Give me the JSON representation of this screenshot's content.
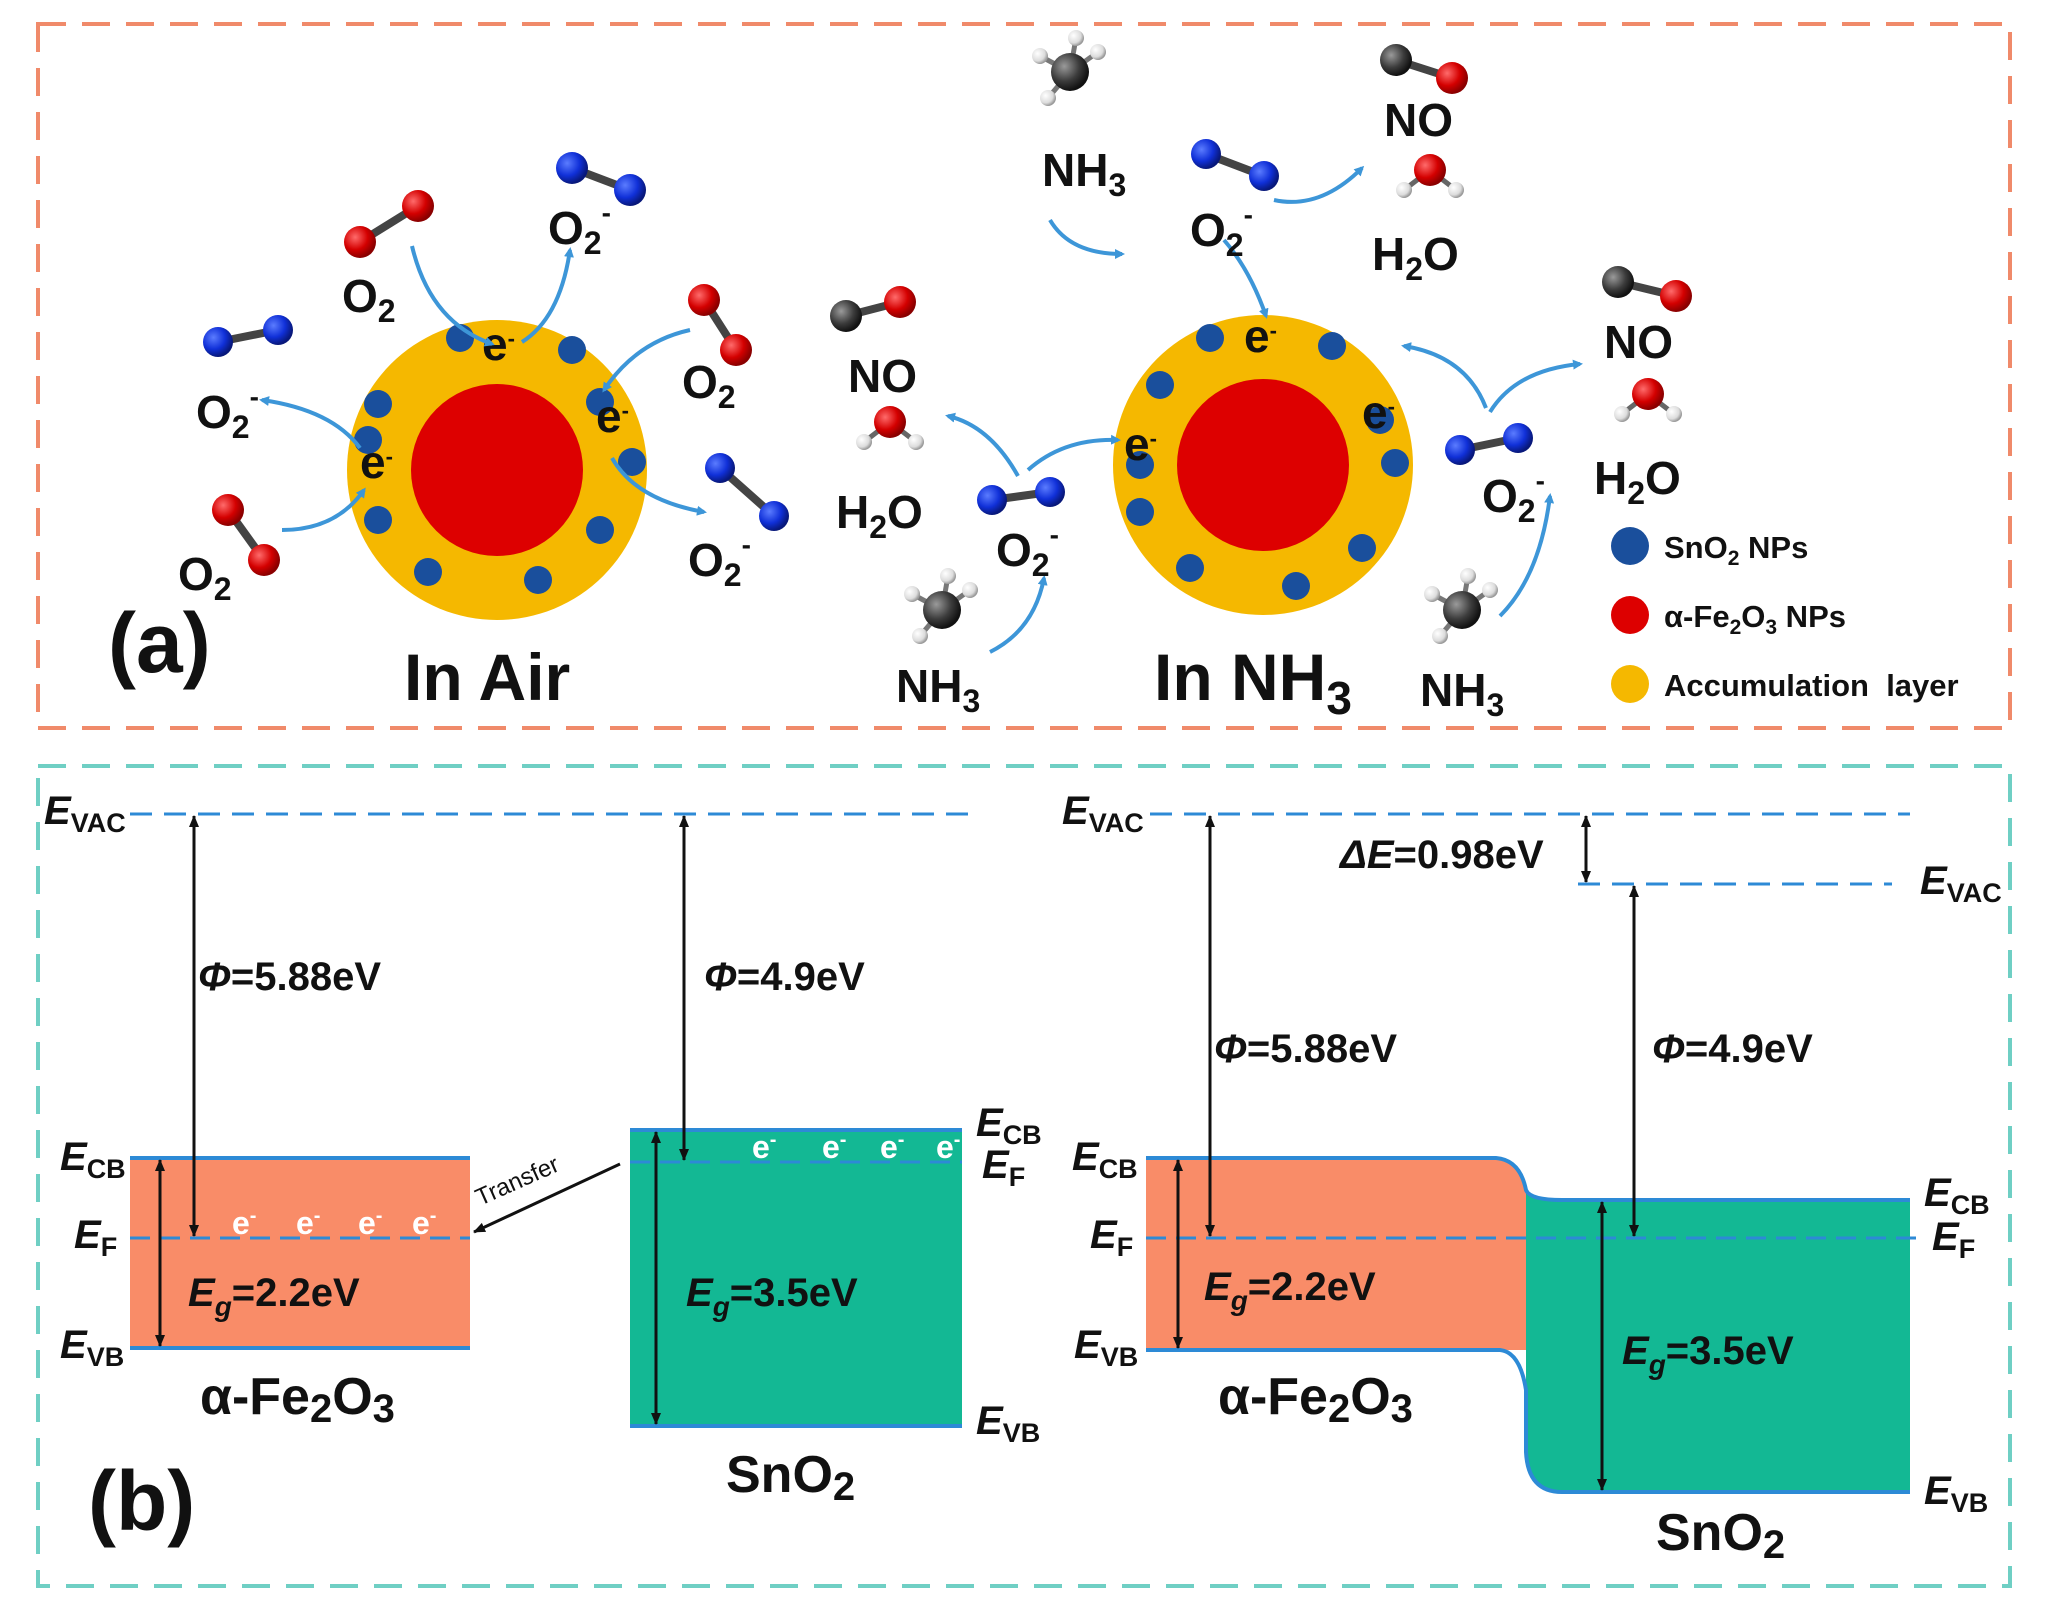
{
  "colors": {
    "top_border": "#f08a6a",
    "bottom_border": "#6fcfc4",
    "accumulation": "#f5b800",
    "fe2o3_core": "#dd0000",
    "sno2_np": "#1a4f9c",
    "fe2o3_band": "#f98c68",
    "sno2_band": "#13b894",
    "level_line": "#2d8ad6",
    "arrow": "#3d96d8"
  },
  "panel_a": {
    "label": "(a)",
    "air_title": "In Air",
    "nh3_title": "In NH",
    "nh3_title_sub": "3",
    "mol_o2": "O",
    "sub_2": "2",
    "sub_3": "3",
    "ion_minus": "-",
    "e": "e",
    "no": "NO",
    "h2o_h": "H",
    "h2o_o": "O",
    "nh3": "NH",
    "legend": {
      "sno2_pre": "SnO",
      "sno2_post": " NPs",
      "fe2o3_pre": "α-Fe",
      "fe2o3_mid": "O",
      "fe2o3_post": " NPs",
      "accum": "Accumulation  layer"
    }
  },
  "panel_b": {
    "label": "(b)",
    "E": "E",
    "vac": "VAC",
    "cb": "CB",
    "f": "F",
    "vb": "VB",
    "phi": "Φ",
    "phi_fe": "=5.88eV",
    "phi_sn": "=4.9eV",
    "eg": "g",
    "eg_fe": "=2.2eV",
    "eg_sn": "=3.5eV",
    "delta": "ΔE",
    "delta_val": "=0.98eV",
    "transfer": "Transfer",
    "fe_pre": "α-Fe",
    "fe_sub1": "2",
    "fe_mid": "O",
    "fe_sub2": "3",
    "sn_pre": "SnO",
    "sn_sub": "2",
    "e": "e",
    "minus": "-"
  }
}
